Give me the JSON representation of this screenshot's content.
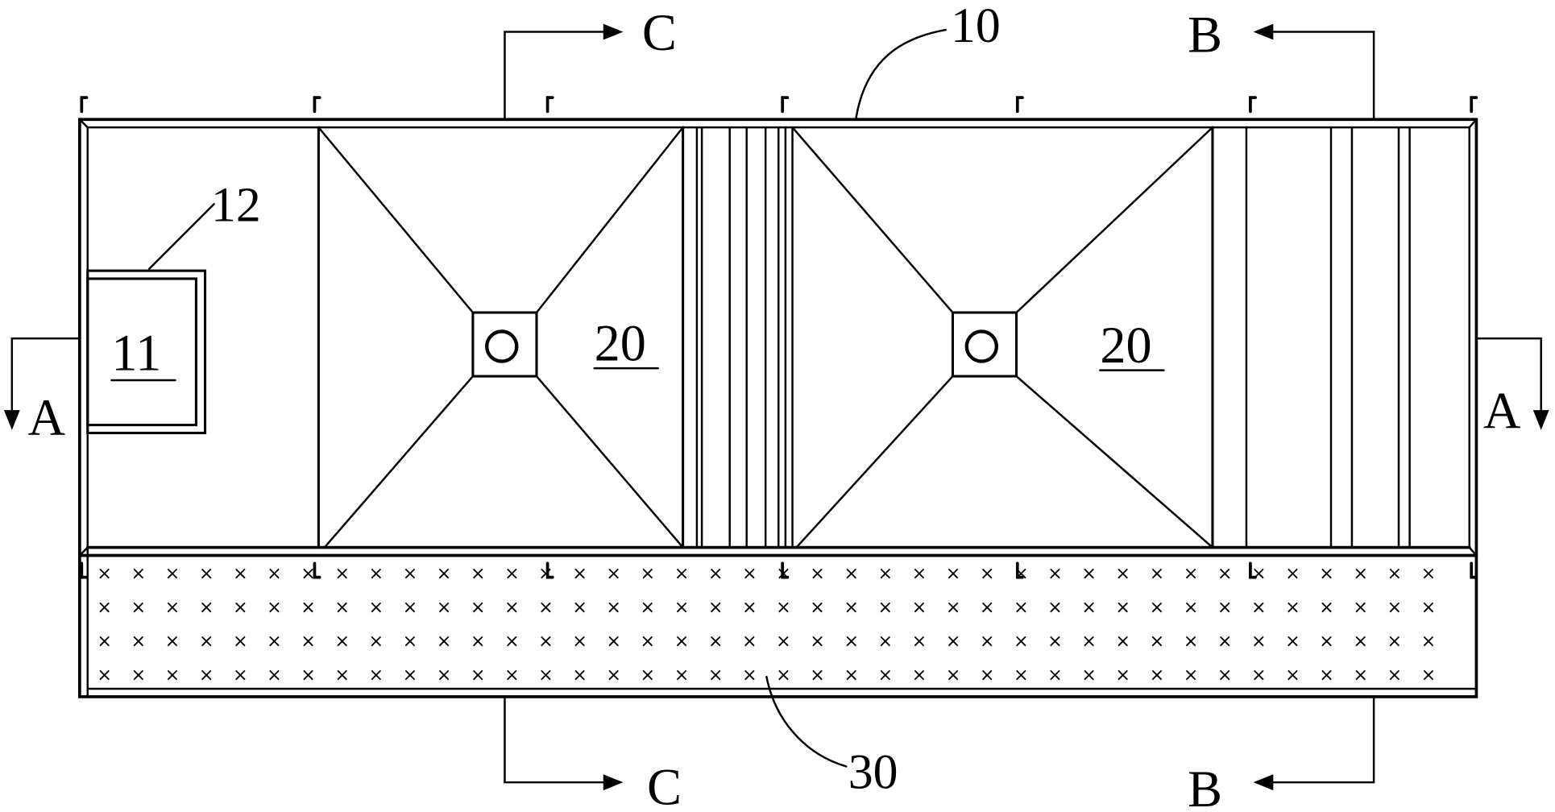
{
  "colors": {
    "ink": "#000000",
    "paper": "#ffffff"
  },
  "labels": {
    "top_cover": "10",
    "opening": "11",
    "frame": "12",
    "unit_left": "20",
    "unit_right": "20",
    "bottom_layer": "30"
  },
  "sections": {
    "a_left": "A",
    "a_right": "A",
    "b_top": "B",
    "b_bottom": "B",
    "c_top": "C",
    "c_bottom": "C"
  },
  "hatch_glyph": "×"
}
